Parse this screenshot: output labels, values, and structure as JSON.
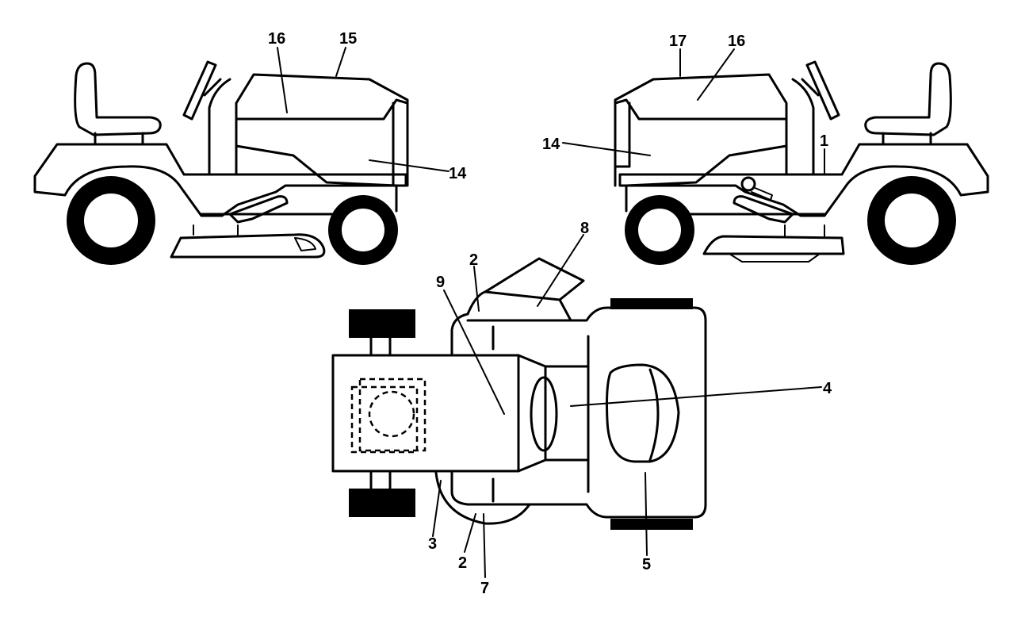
{
  "callouts": [
    {
      "id": "left-16",
      "text": "16"
    },
    {
      "id": "left-15",
      "text": "15"
    },
    {
      "id": "left-14",
      "text": "14"
    },
    {
      "id": "right-17",
      "text": "17"
    },
    {
      "id": "right-16",
      "text": "16"
    },
    {
      "id": "right-14",
      "text": "14"
    },
    {
      "id": "right-1",
      "text": "1"
    },
    {
      "id": "top-8",
      "text": "8"
    },
    {
      "id": "top-2a",
      "text": "2"
    },
    {
      "id": "top-9",
      "text": "9"
    },
    {
      "id": "top-4",
      "text": "4"
    },
    {
      "id": "top-3",
      "text": "3"
    },
    {
      "id": "top-2b",
      "text": "2"
    },
    {
      "id": "top-7",
      "text": "7"
    },
    {
      "id": "top-5",
      "text": "5"
    }
  ]
}
